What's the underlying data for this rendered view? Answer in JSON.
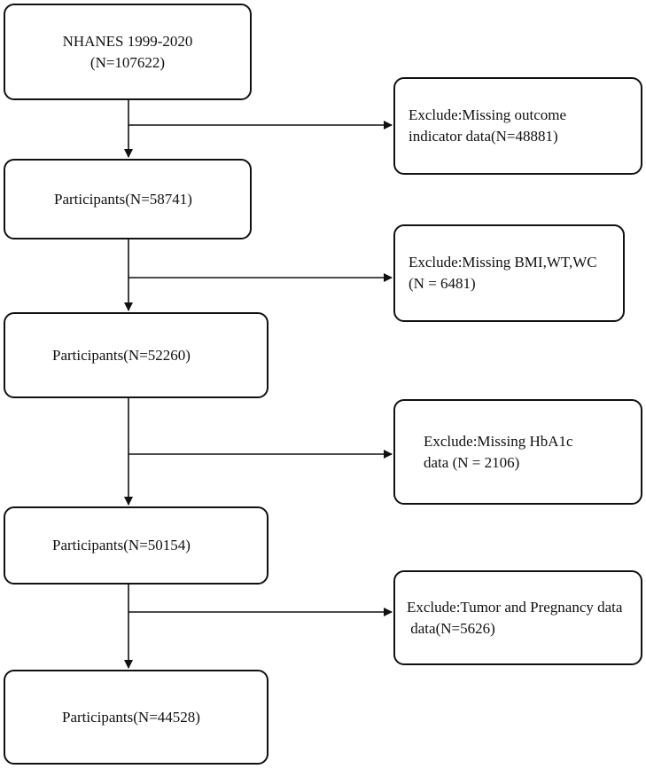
{
  "main_boxes": [
    {
      "lines": [
        "NHANES 1999-2020",
        "(N=107622)"
      ]
    },
    {
      "lines": [
        "Participants(N=58741)"
      ]
    },
    {
      "lines": [
        "Participants(N=52260)"
      ]
    },
    {
      "lines": [
        "Participants(N=50154)"
      ]
    },
    {
      "lines": [
        "Participants(N=44528)"
      ]
    }
  ],
  "exclusion_boxes": [
    {
      "lines": [
        "Exclude:Missing outcome",
        "indicator data(N=48881)"
      ]
    },
    {
      "lines": [
        "Exclude:Missing BMI,WT,WC",
        "(N = 6481)"
      ]
    },
    {
      "lines": [
        "Exclude:Missing HbA1c",
        "data (N = 2106)"
      ]
    },
    {
      "lines": [
        "Exclude:Tumor and Pregnancy data",
        " data(N=5626)"
      ]
    }
  ],
  "colors": {
    "stroke": "#111111",
    "background": "#ffffff"
  }
}
